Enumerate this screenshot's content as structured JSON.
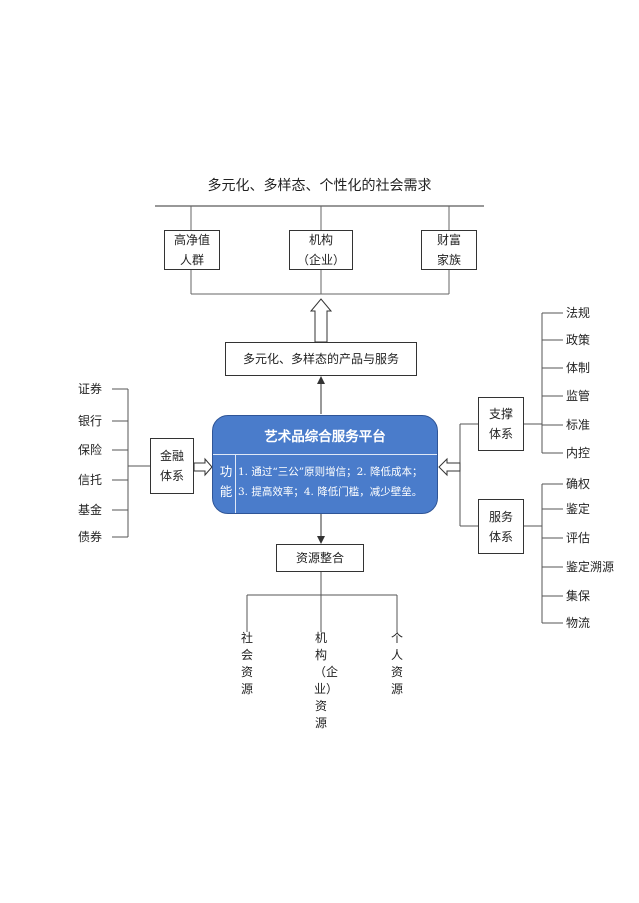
{
  "top_title": "多元化、多样态、个性化的社会需求",
  "demand_groups": [
    {
      "line1": "高净值",
      "line2": "人群"
    },
    {
      "line1": "机构",
      "line2": "（企业）"
    },
    {
      "line1": "财富",
      "line2": "家族"
    }
  ],
  "products_label": "多元化、多样态的产品与服务",
  "platform": {
    "title": "艺术品综合服务平台",
    "function_label": "功能",
    "functions": [
      "1. 通过“三公”原则增信；2. 降低成本；",
      "3. 提高效率；4. 降低门槛，减少壁垒。"
    ]
  },
  "finance_system": {
    "line1": "金融",
    "line2": "体系"
  },
  "finance_items": [
    "证券",
    "银行",
    "保险",
    "信托",
    "基金",
    "债券"
  ],
  "support_system": {
    "line1": "支撑",
    "line2": "体系"
  },
  "support_items": [
    "法规",
    "政策",
    "体制",
    "监管",
    "标准",
    "内控"
  ],
  "service_system": {
    "line1": "服务",
    "line2": "体系"
  },
  "service_items": [
    "确权",
    "鉴定",
    "评估",
    "鉴定溯源",
    "集保",
    "物流"
  ],
  "resource_integration": "资源整合",
  "resources": [
    "社会资源",
    "机构（企业）资源",
    "个人资源"
  ],
  "colors": {
    "platform_fill": "#4a7ccb",
    "platform_border": "#2f5597",
    "line": "#333333"
  }
}
